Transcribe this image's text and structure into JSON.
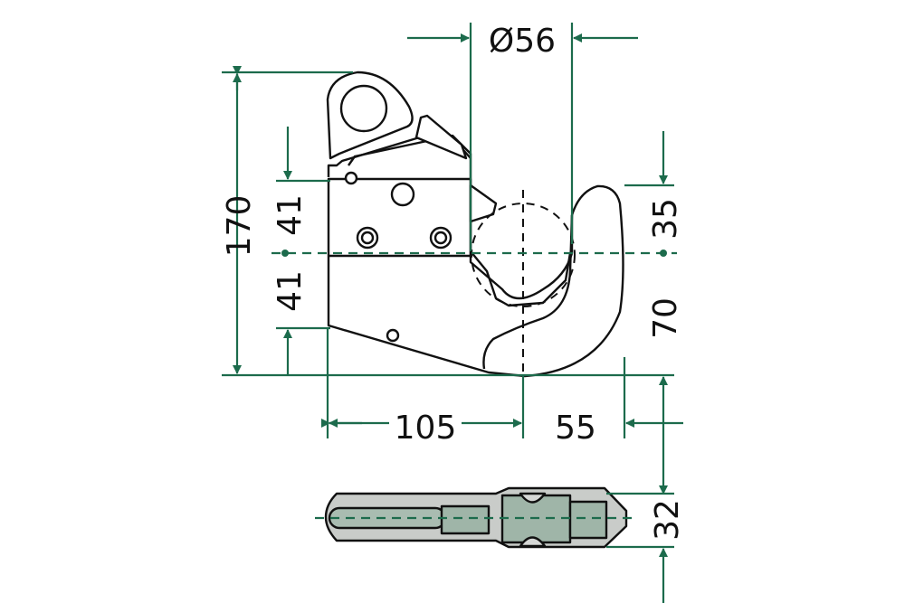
{
  "drawing": {
    "title": "Top link hook dimension drawing",
    "dimensions": {
      "pin_diameter": "Ø56",
      "total_height": "170",
      "upper_offset": "41",
      "lower_offset": "41",
      "hook_top": "35",
      "hook_bottom": "70",
      "body_length": "105",
      "hook_length": "55",
      "thickness": "32"
    },
    "colors": {
      "dimension_line": "#1c6b4c",
      "outline": "#111111",
      "top_view_fill": "#c9ccc9",
      "top_view_accent": "#9fb5a8"
    }
  }
}
